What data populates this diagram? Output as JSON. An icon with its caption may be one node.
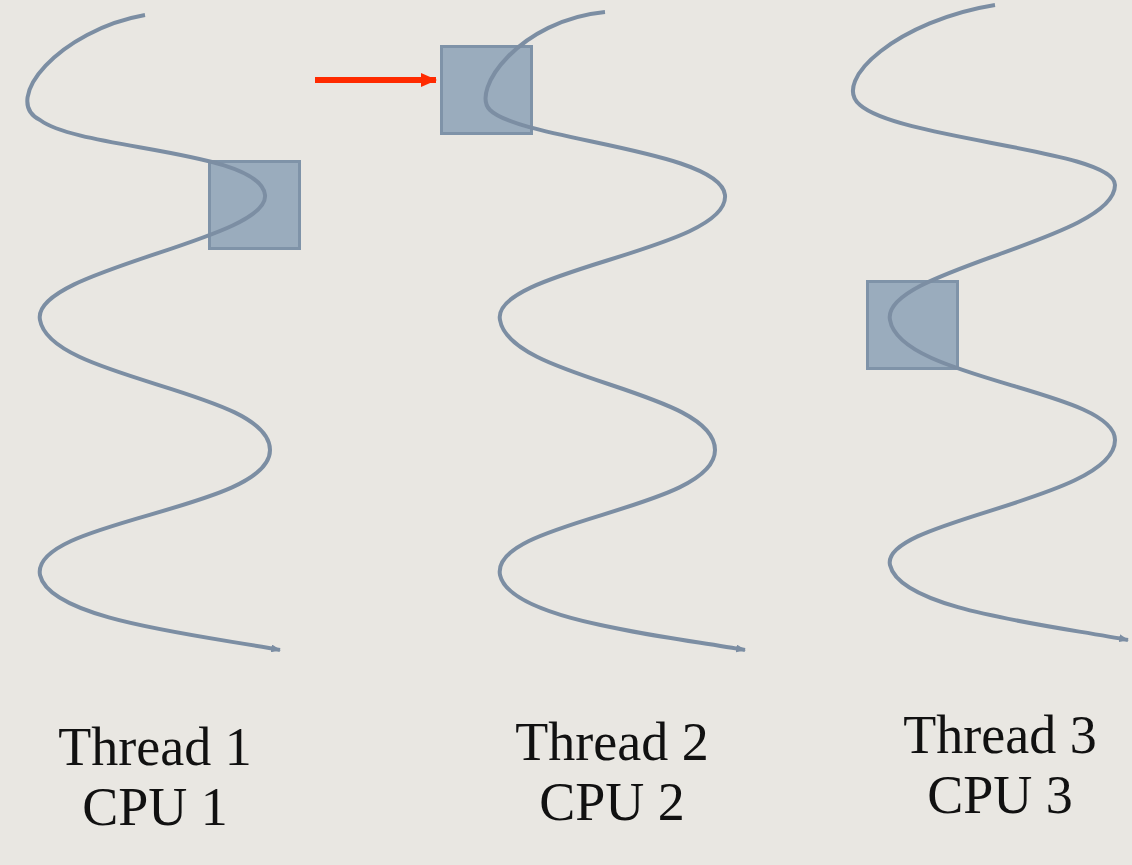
{
  "diagram": {
    "nodes": [
      {
        "text": [],
        "shape": "box"
      },
      {
        "text": [],
        "shape": "box"
      },
      {
        "text": [],
        "shape": "box"
      }
    ],
    "edges": [
      {
        "from": null,
        "to": 1,
        "arrow": "to",
        "color": "#ff2a00"
      }
    ],
    "labels": [
      "Thread 1",
      "CPU 1",
      "Thread 2",
      "CPU 2",
      "Thread 3",
      "CPU 3"
    ]
  }
}
